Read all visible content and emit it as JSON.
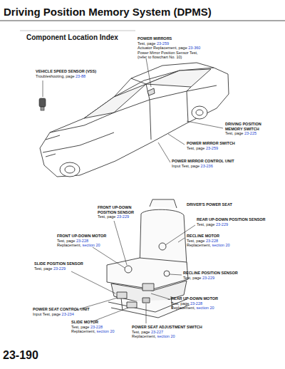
{
  "diagram": {
    "title": "Driving Position Memory System (DPMS)",
    "labels": [
      "Component Location Index",
      "POWER MIRRORS",
      "Test, page",
      "23-259",
      "Actuator Replacement, page",
      "23-360",
      "Power Mirror Position Sensor Test,",
      "(refer to flowchart No. 10)",
      "VEHICLE SPEED SENSOR (VSS)",
      "Troubleshooting, page",
      "23-88",
      "DRIVING POSITION MEMORY SWITCH",
      "Test, page",
      "23-225",
      "POWER MIRROR SWITCH",
      "Test, page",
      "23-259",
      "POWER MIRROR CONTROL UNIT",
      "Input Test, page",
      "23-236",
      "FRONT UP-DOWN POSITION SENSOR",
      "Test, page",
      "23-229",
      "DRIVER'S POWER SEAT",
      "REAR UP-DOWN POSITION SENSOR",
      "Test, page",
      "23-229",
      "FRONT UP-DOWN MOTOR",
      "Test, page",
      "23-228",
      "Replacement,",
      "section 20",
      "RECLINE MOTOR",
      "Test, page",
      "23-228",
      "Replacement,",
      "section 20",
      "SLIDE POSITION SENSOR",
      "Test, page",
      "23-229",
      "RECLINE POSITION SENSOR",
      "Test, page",
      "23-229",
      "REAR UP-DOWN MOTOR",
      "Test, page",
      "23-228",
      "Replacement,",
      "section 20",
      "POWER SEAT CONTROL UNIT",
      "Input Test, page",
      "23-234",
      "SLIDE MOTOR",
      "Test, page",
      "23-228",
      "Replacement,",
      "section 20",
      "POWER SEAT ADJUSTMENT SWITCH",
      "Test, page",
      "23-227",
      "Replacement,",
      "section 20",
      "23-190"
    ]
  }
}
